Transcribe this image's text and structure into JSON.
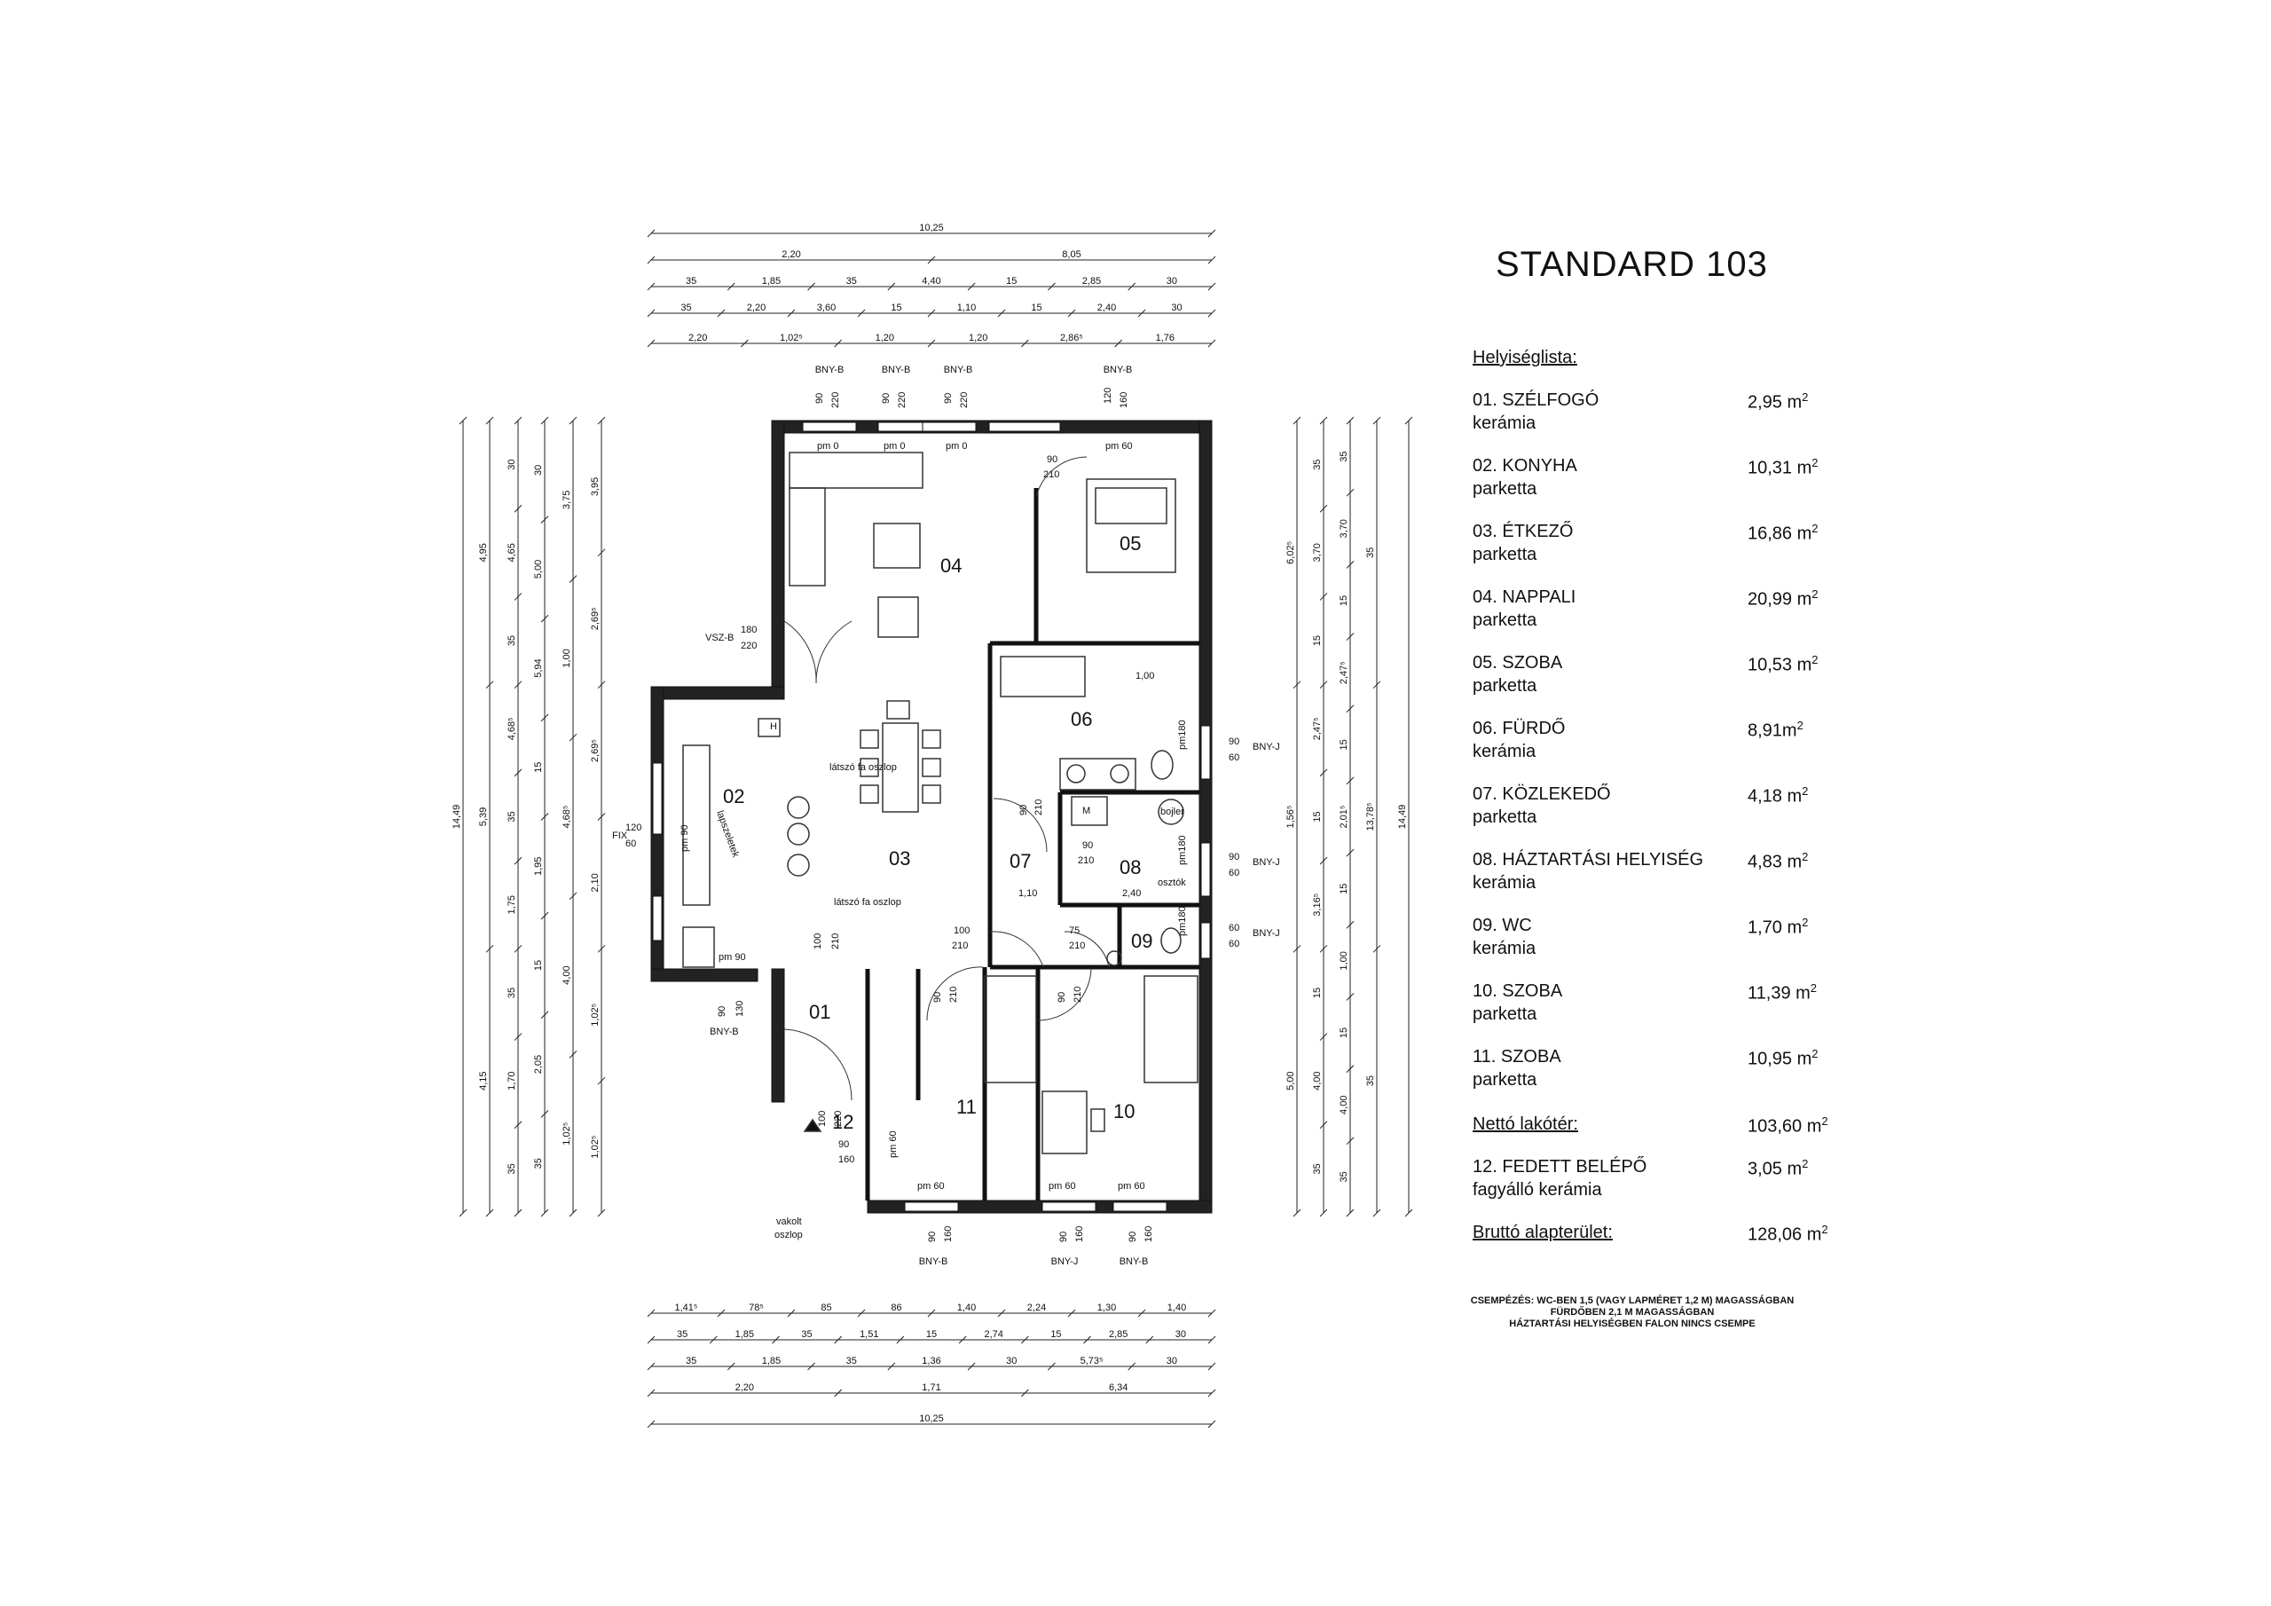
{
  "title": "STANDARD 103",
  "room_list": {
    "heading": "Helyiséglista:",
    "rooms": [
      {
        "name": "01. SZÉLFOGÓ",
        "material": "kerámia",
        "area": "2,95 m",
        "unit_sup": "2"
      },
      {
        "name": "02. KONYHA",
        "material": "parketta",
        "area": "10,31 m",
        "unit_sup": "2"
      },
      {
        "name": "03. ÉTKEZŐ",
        "material": "parketta",
        "area": "16,86 m",
        "unit_sup": "2"
      },
      {
        "name": "04. NAPPALI",
        "material": "parketta",
        "area": "20,99 m",
        "unit_sup": "2"
      },
      {
        "name": "05. SZOBA",
        "material": "parketta",
        "area": "10,53 m",
        "unit_sup": "2"
      },
      {
        "name": "06. FÜRDŐ",
        "material": "kerámia",
        "area": "8,91m",
        "unit_sup": "2"
      },
      {
        "name": "07. KÖZLEKEDŐ",
        "material": "parketta",
        "area": "4,18 m",
        "unit_sup": "2"
      },
      {
        "name": "08. HÁZTARTÁSI HELYISÉG",
        "material": "kerámia",
        "area": "4,83 m",
        "unit_sup": "2"
      },
      {
        "name": "09. WC",
        "material": "kerámia",
        "area": "1,70 m",
        "unit_sup": "2"
      },
      {
        "name": "10. SZOBA",
        "material": "parketta",
        "area": "11,39 m",
        "unit_sup": "2"
      },
      {
        "name": "11. SZOBA",
        "material": "parketta",
        "area": "10,95 m",
        "unit_sup": "2"
      }
    ],
    "net_label": "Nettó lakótér:",
    "net_value": "103,60 m",
    "covered": {
      "name": "12. FEDETT BELÉPŐ",
      "material": "fagyálló kerámia",
      "area": "3,05 m"
    },
    "gross_label": "Bruttó alapterület:",
    "gross_value": "128,06 m",
    "sup": "2"
  },
  "tile_note": {
    "line1": "CSEMPÉZÉS: WC-BEN 1,5 (VAGY LAPMÉRET 1,2 M) MAGASSÁGBAN",
    "line2": "FÜRDŐBEN 2,1 M MAGASSÁGBAN",
    "line3": "HÁZTARTÁSI HELYISÉGBEN FALON NINCS CSEMPE"
  },
  "plan": {
    "room_numbers": [
      "01",
      "02",
      "03",
      "04",
      "05",
      "06",
      "07",
      "08",
      "09",
      "10",
      "11",
      "12"
    ],
    "dims_top": [
      [
        "10,25"
      ],
      [
        "2,20",
        "8,05"
      ],
      [
        "35",
        "1,85",
        "35",
        "4,40",
        "15",
        "2,85",
        "30"
      ],
      [
        "35",
        "2,20",
        "3,60",
        "15",
        "1,10",
        "15",
        "2,40",
        "30"
      ],
      [
        "2,20",
        "1,02⁵",
        "1,20",
        "1,20",
        "2,86⁵",
        "1,76"
      ]
    ],
    "dims_bottom": [
      [
        "1,41⁵",
        "78⁵",
        "85",
        "86",
        "1,40",
        "2,24",
        "1,30",
        "1,40"
      ],
      [
        "35",
        "1,85",
        "35",
        "1,51",
        "15",
        "2,74",
        "15",
        "2,85",
        "30"
      ],
      [
        "35",
        "1,85",
        "35",
        "1,36",
        "30",
        "5,73⁵",
        "30"
      ],
      [
        "2,20",
        "1,71",
        "6,34"
      ],
      [
        "10,25"
      ]
    ],
    "dims_left": [
      [
        "14,49"
      ],
      [
        "4,95",
        "5,39",
        "4,15"
      ],
      [
        "30",
        "4,65",
        "35",
        "4,68⁵",
        "35",
        "1,75",
        "35",
        "1,70",
        "35"
      ],
      [
        "30",
        "5,00",
        "5,94",
        "15",
        "1,95",
        "15",
        "2,05",
        "35"
      ],
      [
        "3,75",
        "1,00",
        "4,68⁵",
        "4,00",
        "1,02⁵"
      ],
      [
        "3,95",
        "2,69⁵",
        "2,69⁵",
        "2,10",
        "1,02⁵",
        "1,02⁵"
      ]
    ],
    "dims_right": [
      [
        "6,02⁵",
        "1,56⁵",
        "5,00"
      ],
      [
        "35",
        "3,70",
        "15",
        "2,47⁵",
        "15",
        "3,16⁵",
        "15",
        "4,00",
        "35"
      ],
      [
        "35",
        "3,70",
        "15",
        "2,47⁵",
        "15",
        "2,01⁵",
        "15",
        "1,00",
        "15",
        "4,00",
        "35"
      ],
      [
        "35",
        "13,78⁵",
        "35"
      ],
      [
        "14,49"
      ]
    ],
    "openings_top": [
      {
        "type": "BNY-B",
        "w": "90",
        "h": "220",
        "pm": "pm 0"
      },
      {
        "type": "BNY-B",
        "w": "90",
        "h": "220",
        "pm": "pm 0"
      },
      {
        "type": "BNY-B",
        "w": "90",
        "h": "220",
        "pm": "pm 0"
      },
      {
        "type": "BNY-B",
        "w": "120",
        "h": "160",
        "pm": "pm 60"
      }
    ],
    "openings_bottom": [
      {
        "type": "BNY-B",
        "w": "90",
        "h": "160",
        "pm": "pm 60"
      },
      {
        "type": "BNY-J",
        "w": "90",
        "h": "160",
        "pm": "pm 60"
      },
      {
        "type": "BNY-B",
        "w": "90",
        "h": "160",
        "pm": "pm 60"
      }
    ],
    "openings_right": [
      {
        "type": "BNY-J",
        "w": "90",
        "h": "60",
        "pm": "pm180"
      },
      {
        "type": "BNY-J",
        "w": "90",
        "h": "60",
        "pm": "pm180"
      },
      {
        "type": "BNY-J",
        "w": "60",
        "h": "60",
        "pm": "pm180"
      }
    ],
    "labels": {
      "vsz": "VSZ-B",
      "vsz_w": "180",
      "vsz_h": "220",
      "fix": "FIX",
      "fix_w": "120",
      "fix_h": "60",
      "pm90": "pm 90",
      "column_top": "látszó fa oszlop",
      "column_bottom": "látszó fa oszlop",
      "left_win_type": "BNY-B",
      "left_win_w": "90",
      "left_win_h": "130",
      "left_win_pm": "pm 90",
      "door_04": "90",
      "door_04_h": "210",
      "door_03_w": "100",
      "door_03_h": "210",
      "door_01_w": "100",
      "door_01_h": "210",
      "door_main_w": "100",
      "door_main_h": "220",
      "door_07_w": "90",
      "door_07_h": "210",
      "door_08_w": "90",
      "door_08_h": "210",
      "door_06_w": "90",
      "door_06_h": "210",
      "door_11_w": "90",
      "door_11_h": "210",
      "door_10_w": "90",
      "door_10_h": "210",
      "door_09_w": "75",
      "door_09_h": "210",
      "step_w": "90",
      "step_h": "160",
      "step_pm": "pm 60",
      "boiler": "bojler",
      "distributor": "osztók",
      "m": "M",
      "h": "H",
      "dim_240": "2,40",
      "dim_110": "1,10",
      "dim_100": "1,00",
      "vakolt": "vakolt",
      "oszlop": "oszlop",
      "lapszeletek": "lapszeletek"
    }
  }
}
